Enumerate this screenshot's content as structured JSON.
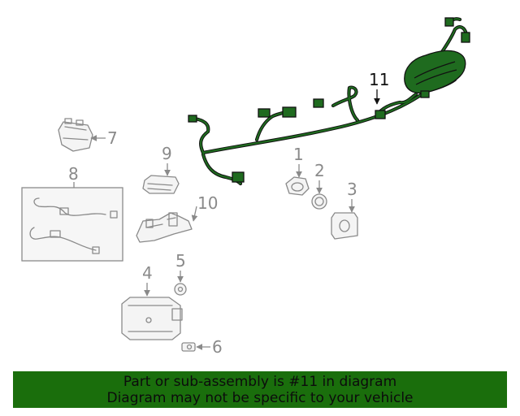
{
  "callouts": {
    "c1": "1",
    "c2": "2",
    "c3": "3",
    "c4": "4",
    "c5": "5",
    "c6": "6",
    "c7": "7",
    "c8": "8",
    "c9": "9",
    "c10": "10",
    "c11": "11"
  },
  "banner": {
    "line1": "Part or sub-assembly is #11 in diagram",
    "line2": "Diagram may not be specific to your vehicle"
  },
  "colors": {
    "highlight": "#1f6b1f",
    "banner_bg": "#1a6e0c",
    "line_gray": "#8a8a8a"
  }
}
